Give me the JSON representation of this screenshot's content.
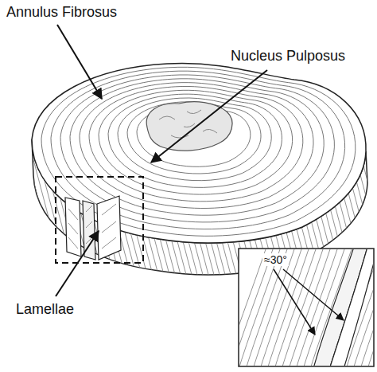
{
  "diagram": {
    "labels": [
      "Annulus Fibrosus",
      "Nucleus Pulposus",
      "Lamellae",
      "≈30°"
    ]
  }
}
